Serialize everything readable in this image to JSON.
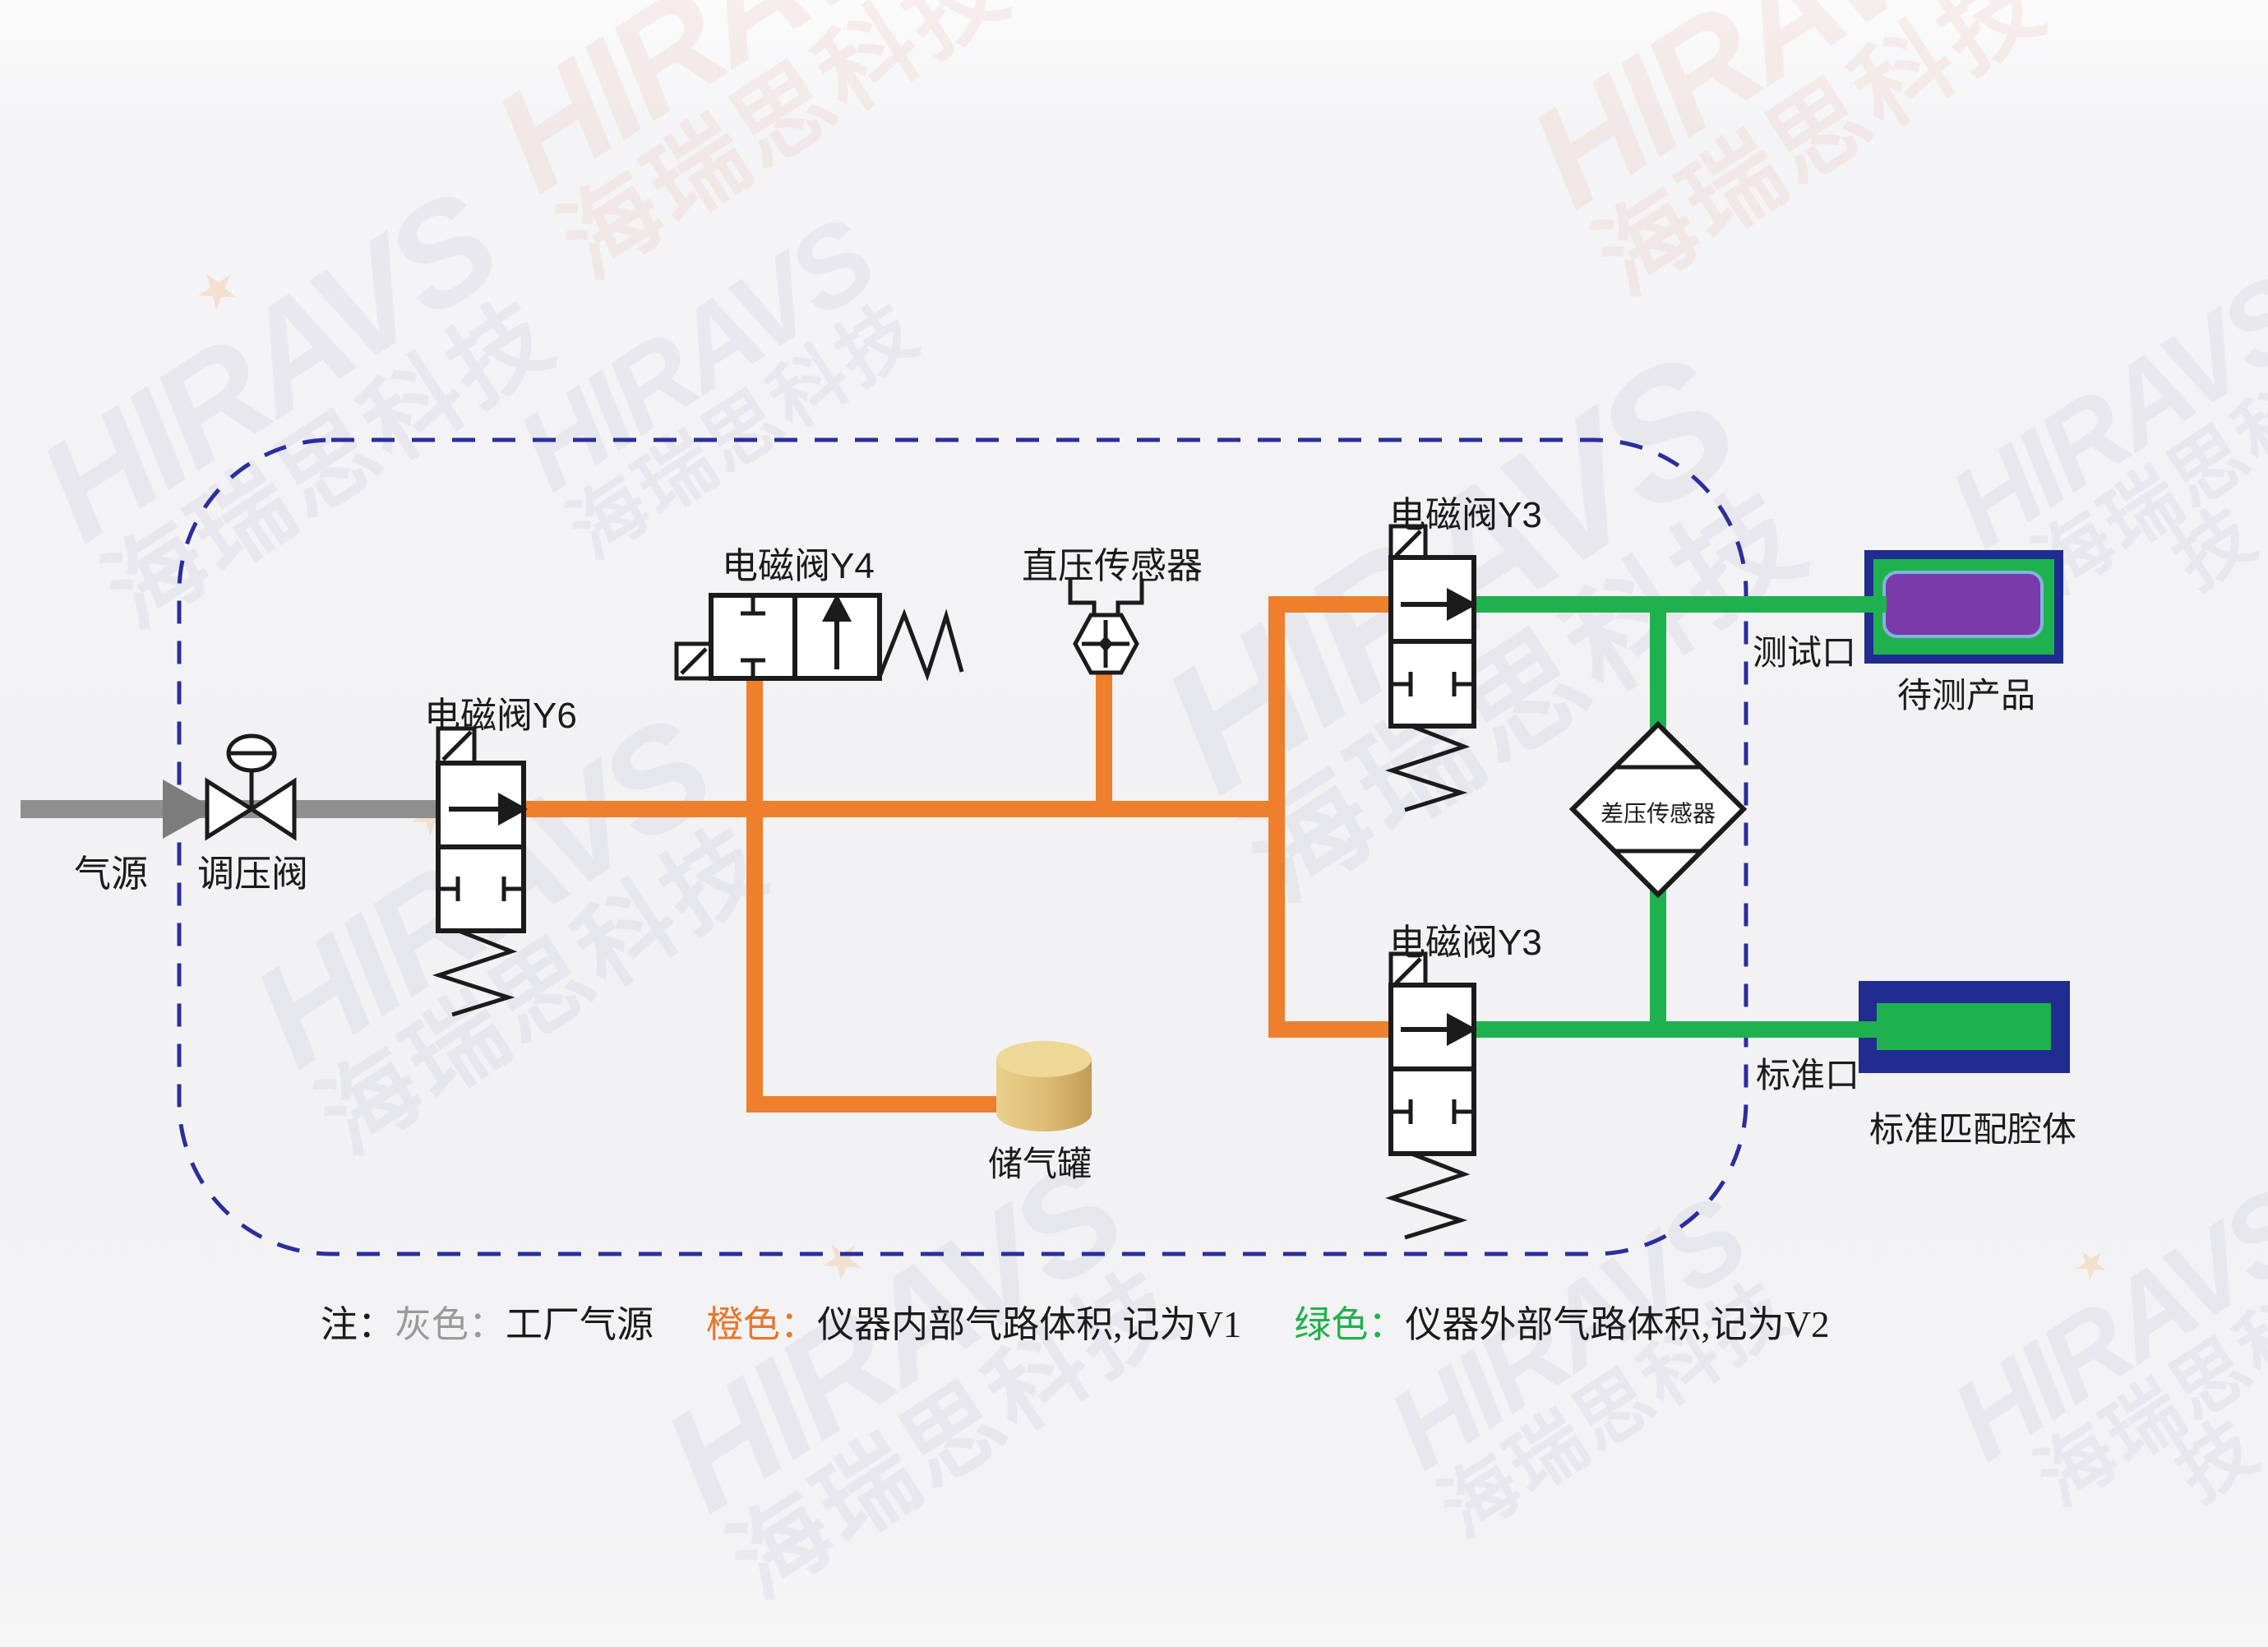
{
  "watermark": {
    "brand": "HIRAVS",
    "brand_cn": "海瑞思科技",
    "star": "★"
  },
  "components": {
    "source": {
      "label": "气源"
    },
    "regulator": {
      "label": "调压阀"
    },
    "valve_y6": {
      "label": "电磁阀Y6"
    },
    "valve_y4": {
      "label": "电磁阀Y4"
    },
    "direct_pressure_sensor": {
      "label": "直压传感器"
    },
    "valve_y3_top": {
      "label": "电磁阀Y3"
    },
    "valve_y3_bottom": {
      "label": "电磁阀Y3"
    },
    "diff_pressure_sensor": {
      "label": "差压传感器"
    },
    "tank": {
      "label": "储气罐"
    },
    "test_port": {
      "label": "测试口"
    },
    "product": {
      "label": "待测产品"
    },
    "standard_port": {
      "label": "标准口"
    },
    "standard_cavity": {
      "label": "标准匹配腔体"
    }
  },
  "legend": {
    "prefix": "注：",
    "items": [
      {
        "name": "gray",
        "color_label": "灰色：",
        "text": "工厂气源"
      },
      {
        "name": "orange",
        "color_label": "橙色：",
        "text": "仪器内部气路体积,记为V1"
      },
      {
        "name": "green",
        "color_label": "绿色：",
        "text": "仪器外部气路体积,记为V2"
      }
    ]
  },
  "colors": {
    "pipe_gray": "#8f8f8f",
    "pipe_orange": "#ee7f2d",
    "pipe_green": "#1fb14e",
    "boundary_navy": "#2b2e9c",
    "cavity_navy": "#212c90",
    "product_purple": "#7a3aa9",
    "product_rim_blue": "#82b4dc",
    "tank_tan": "#dcba74",
    "legend_gray": "#9a9a9a",
    "legend_orange": "#e8762c",
    "legend_green": "#21b14c"
  }
}
